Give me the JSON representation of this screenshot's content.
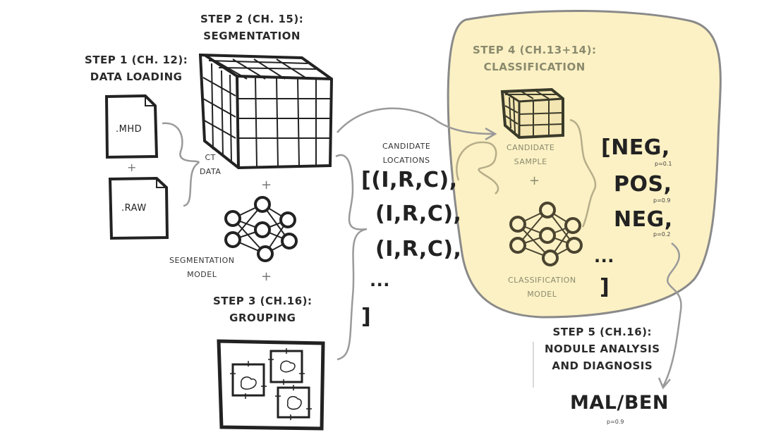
{
  "step1": {
    "line1": "STEP 1 (CH. 12):",
    "line2": "DATA LOADING"
  },
  "step2": {
    "line1": "STEP 2 (CH. 15):",
    "line2": "SEGMENTATION"
  },
  "step3": {
    "line1": "STEP 3 (CH.16):",
    "line2": "GROUPING"
  },
  "step4": {
    "line1": "STEP 4 (CH.13+14):",
    "line2": "CLASSIFICATION"
  },
  "step5": {
    "line1": "STEP 5 (CH.16):",
    "line2": "NODULE ANALYSIS",
    "line3": "AND DIAGNOSIS"
  },
  "files": {
    "mhd": ".MHD",
    "raw": ".RAW",
    "plus": "+"
  },
  "ct_data": {
    "line1": "CT",
    "line2": "DATA"
  },
  "seg_model": {
    "line1": "SEGMENTATION",
    "line2": "MODEL"
  },
  "candidates": {
    "title1": "CANDIDATE",
    "title2": "LOCATIONS",
    "row1": "[(I,R,C),",
    "row2": "(I,R,C),",
    "row3": "(I,R,C),",
    "ellipsis": "...",
    "close": "]"
  },
  "classification": {
    "sample1": "CANDIDATE",
    "sample2": "SAMPLE",
    "model1": "CLASSIFICATION",
    "model2": "MODEL",
    "plus": "+",
    "results": [
      {
        "label": "[NEG,",
        "p": "p=0.1"
      },
      {
        "label": "POS,",
        "p": "p=0.9"
      },
      {
        "label": "NEG,",
        "p": "p=0.2"
      }
    ],
    "ellipsis": "...",
    "close": "]"
  },
  "diagnosis": {
    "label": "MAL/BEN",
    "p": "p=0.9"
  },
  "colors": {
    "ink": "#2a2a2a",
    "highlight": "#fcf1c4",
    "highlight_border": "#8a8a8a",
    "arrow": "#9a9a9a"
  }
}
